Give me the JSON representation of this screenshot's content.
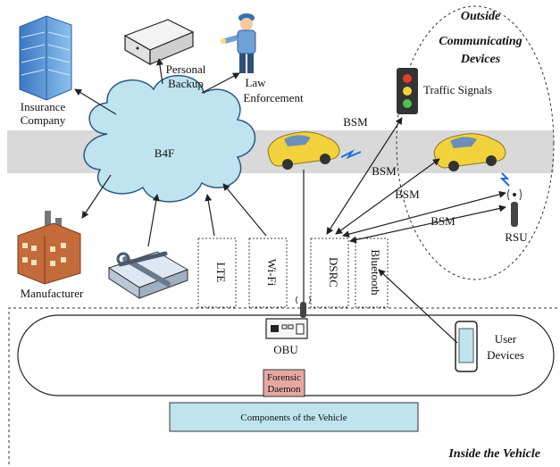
{
  "diagram": {
    "cloud_label": "B4F",
    "nodes": {
      "insurance": "Insurance Company",
      "backup": "Personal Backup",
      "law": "Law Enforcement",
      "manufacturer": "Manufacturer",
      "traffic_signals": "Traffic Signals",
      "rsu": "RSU",
      "obu": "OBU",
      "forensic": "Forensic Daemon",
      "components": "Components of the Vehicle",
      "user_devices": "User Devices"
    },
    "interfaces": [
      "LTE",
      "Wi-Fi",
      "DSRC",
      "Bluetooth"
    ],
    "edge_labels": {
      "bsm1": "BSM",
      "bsm2": "BSM",
      "bsm3": "BSM",
      "bsm4": "BSM"
    },
    "regions": {
      "outside": "Outside Communicating Devices",
      "inside": "Inside the Vehicle"
    },
    "colors": {
      "road_band": "#d9d9d9",
      "cloud_fill": "#bfe4ef",
      "components_fill": "#bfe4ef",
      "forensic_fill": "#e6a9a2",
      "car_yellow": "#f2d23c"
    }
  }
}
